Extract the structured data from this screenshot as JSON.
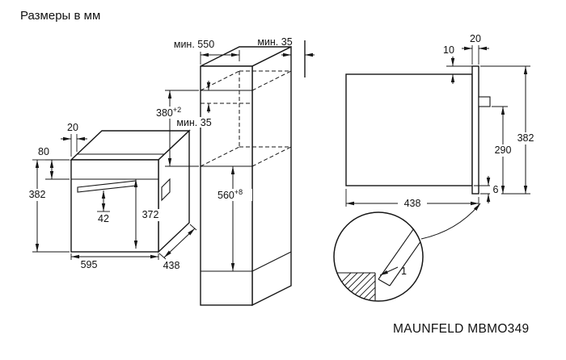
{
  "title": "Размеры в мм",
  "model_label": "MAUNFELD MBMO349",
  "colors": {
    "line": "#161616",
    "background": "#ffffff",
    "text": "#111111"
  },
  "oven_isometric": {
    "top_edge_depth": "20",
    "top_section_height": "80",
    "total_height": "382",
    "handle_offset": "42",
    "door_height": "372",
    "width": "595",
    "depth": "438"
  },
  "cabinet_niche": {
    "min_depth": "мин. 550",
    "min_top_gap": "мин. 35",
    "niche_height": "380",
    "niche_height_tol": "+2",
    "min_shelf_gap": "мин. 35",
    "niche_width": "560",
    "niche_width_tol": "+8"
  },
  "side_section": {
    "frame_depth": "20",
    "top_overlap": "10",
    "front_height": "382",
    "lower_height": "290",
    "body_depth": "438",
    "bottom_overlap": "6"
  },
  "detail_callout": {
    "gap": "1"
  }
}
